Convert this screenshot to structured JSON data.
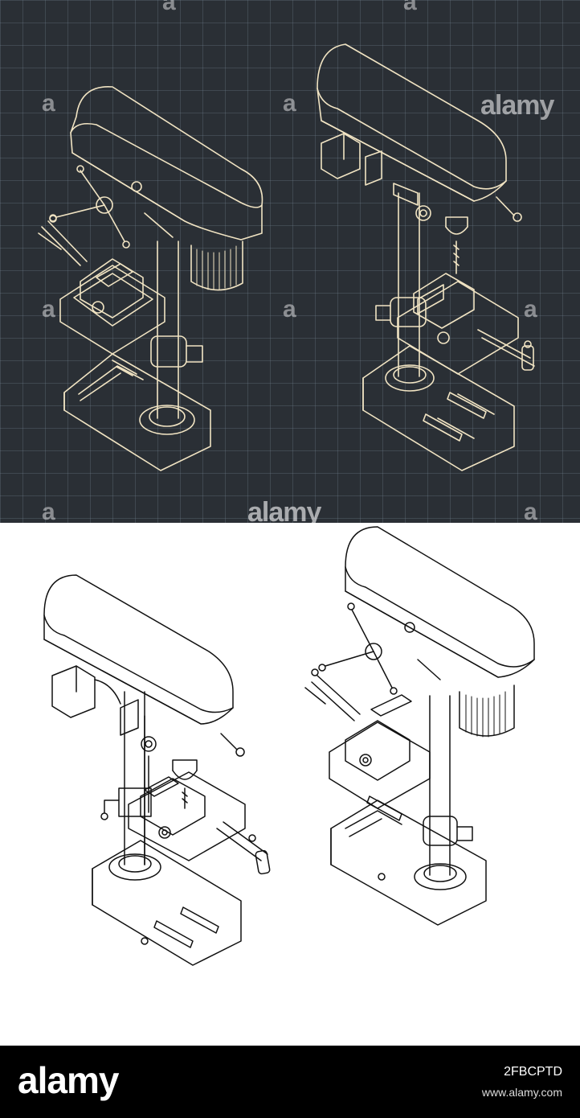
{
  "image": {
    "subject": "Isometric drawings of a bench drill press",
    "panels": [
      {
        "name": "blueprint-panel",
        "style": "light lines on dark grid"
      },
      {
        "name": "lineart-panel",
        "style": "black lines on white"
      }
    ]
  },
  "watermarks": {
    "mid_text": "alamy",
    "edge_text": "alamy",
    "dot": "a"
  },
  "footer": {
    "logo": "alamy",
    "image_id": "2FBCPTD",
    "url": "www.alamy.com"
  },
  "colors": {
    "blueprint_bg": "#2a2f35",
    "blueprint_line": "#f1e4c3",
    "lineart_line": "#111111",
    "footer_bg": "#000000"
  }
}
